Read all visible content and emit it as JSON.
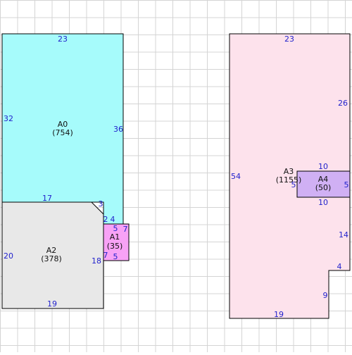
{
  "colors": {
    "grid": "#d4d4d4",
    "outline": "#000000",
    "dimension_text": "#2222cc",
    "label_text": "#111111",
    "A0": "#a6fbfb",
    "A1": "#f8a2f6",
    "A2": "#e8e8e8",
    "A3": "#fde2ec",
    "A4": "#d0b0f4"
  },
  "areas": [
    {
      "id": "A0",
      "value": "(754)"
    },
    {
      "id": "A1",
      "value": "(35)"
    },
    {
      "id": "A2",
      "value": "(378)"
    },
    {
      "id": "A3",
      "value": "(1155)"
    },
    {
      "id": "A4",
      "value": "(50)"
    }
  ],
  "dimensions": {
    "a0_top": "23",
    "a0_left": "32",
    "a0_right": "36",
    "a0_bottom": "17",
    "a1_top": "4",
    "a1_right": "7",
    "a1_inner_top": "5",
    "a1_inner_bottom": "5",
    "a1_left_upper": "2",
    "a1_left_lower": "7",
    "a2_chamfer": "3",
    "a2_left": "20",
    "a2_right": "18",
    "a2_bottom": "19",
    "a3_top": "23",
    "a3_right": "26",
    "a3_left": "54",
    "a3_right_lower": "14",
    "a3_notch_top": "4",
    "a3_notch_side": "9",
    "a3_bottom": "19",
    "a4_top": "10",
    "a4_bottom": "10",
    "a4_left": "5",
    "a4_right": "5"
  }
}
